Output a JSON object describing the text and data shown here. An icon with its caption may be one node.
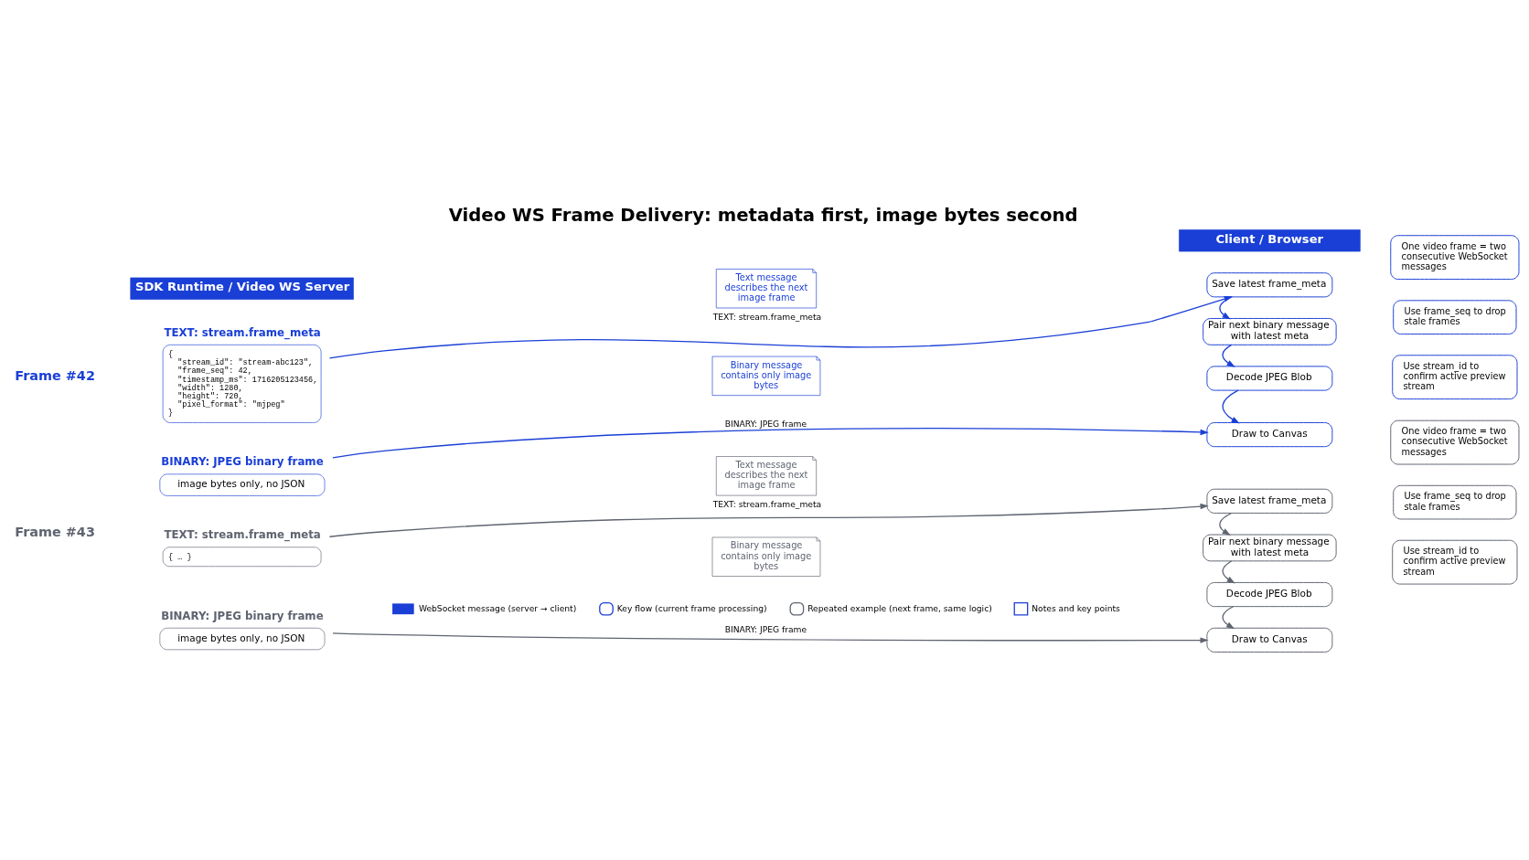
{
  "diagram": {
    "title": "Video WS Frame Delivery: metadata first, image bytes second",
    "nodes": [
      {
        "text": [
          "SDK Runtime / Video WS Server"
        ]
      },
      {
        "text": [
          "Client / Browser"
        ]
      },
      {
        "text": [
          "TEXT: stream.frame_meta",
          "{ \"stream_id\": \"stream-abc123\", \"frame_seq\": 42, \"timestamp_ms\": 1716205123456, \"width\": 1280, \"height\": 720, \"pixel_format\": \"mjpeg\" }"
        ]
      },
      {
        "text": [
          "BINARY: JPEG binary frame",
          "image bytes only, no JSON"
        ]
      },
      {
        "text": [
          "Text message describes the next image frame"
        ]
      },
      {
        "text": [
          "Binary message contains only image bytes"
        ]
      },
      {
        "text": [
          "Save latest frame_meta"
        ]
      },
      {
        "text": [
          "Pair next binary message with latest meta"
        ]
      },
      {
        "text": [
          "Decode JPEG Blob"
        ]
      },
      {
        "text": [
          "Draw to Canvas"
        ]
      },
      {
        "text": [
          "One video frame = two consecutive WebSocket messages"
        ]
      },
      {
        "text": [
          "Use frame_seq to drop stale frames"
        ]
      },
      {
        "text": [
          "Use stream_id to confirm active preview stream"
        ]
      },
      {
        "text": [
          "TEXT: stream.frame_meta",
          "{ … }"
        ]
      },
      {
        "text": [
          "BINARY: JPEG binary frame",
          "image bytes only, no JSON"
        ]
      },
      {
        "text": [
          "Text message describes the next image frame"
        ]
      },
      {
        "text": [
          "Binary message contains only image bytes"
        ]
      },
      {
        "text": [
          "Save latest frame_meta"
        ]
      },
      {
        "text": [
          "Pair next binary message with latest meta"
        ]
      },
      {
        "text": [
          "Decode JPEG Blob"
        ]
      },
      {
        "text": [
          "Draw to Canvas"
        ]
      },
      {
        "text": [
          "One video frame = two consecutive WebSocket messages"
        ]
      },
      {
        "text": [
          "Use frame_seq to drop stale frames"
        ]
      },
      {
        "text": [
          "Use stream_id to confirm active preview stream"
        ]
      }
    ],
    "edges": [
      {
        "from": 2,
        "to": 6,
        "arrow": "to",
        "label": "TEXT: stream.frame_meta"
      },
      {
        "from": 3,
        "to": 9,
        "arrow": "to",
        "label": "BINARY: JPEG frame"
      },
      {
        "from": 6,
        "to": 7,
        "arrow": "to"
      },
      {
        "from": 7,
        "to": 8,
        "arrow": "to"
      },
      {
        "from": 8,
        "to": 9,
        "arrow": "to"
      },
      {
        "from": 13,
        "to": 17,
        "arrow": "to",
        "label": "TEXT: stream.frame_meta",
        "color": "#5f6470"
      },
      {
        "from": 14,
        "to": 20,
        "arrow": "to",
        "label": "BINARY: JPEG frame",
        "color": "#5f6470"
      },
      {
        "from": 17,
        "to": 18,
        "arrow": "to",
        "color": "#5f6470"
      },
      {
        "from": 18,
        "to": 19,
        "arrow": "to",
        "color": "#5f6470"
      },
      {
        "from": 19,
        "to": 20,
        "arrow": "to",
        "color": "#5f6470"
      }
    ],
    "labels": [
      "Frame #42",
      "Frame #43"
    ],
    "legend": [
      {
        "text": "WebSocket message (server → client)"
      },
      {
        "text": "Key flow (current frame processing)"
      },
      {
        "text": "Repeated example (next frame, same logic)"
      },
      {
        "text": "Notes and key points"
      }
    ]
  }
}
